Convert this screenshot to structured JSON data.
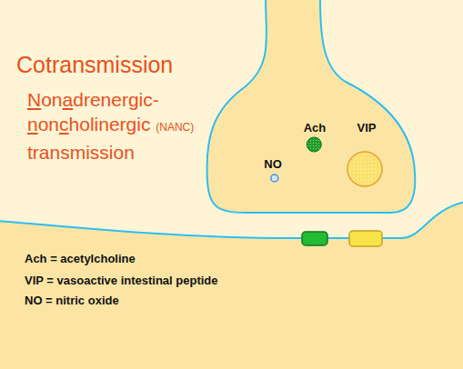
{
  "diagram": {
    "title": "Cotransmission",
    "nodes": [
      {
        "text": [
          "Ach"
        ]
      },
      {
        "text": [
          "VIP"
        ]
      },
      {
        "text": [
          "NO"
        ]
      },
      {
        "text": [
          "Ach = acetylcholine",
          "VIP = vasoactive intestinal peptide",
          "NO = nitric oxide"
        ]
      }
    ],
    "labels": [
      "Nonadrenergic- noncholinergic (NANC) transmission"
    ]
  }
}
